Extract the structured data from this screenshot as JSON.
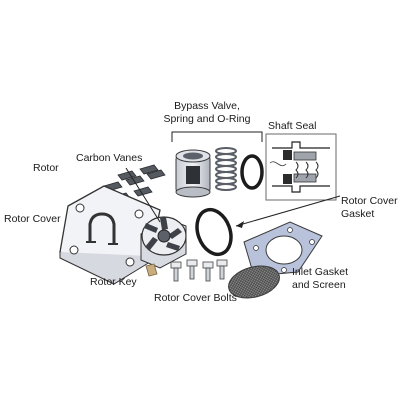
{
  "labels": {
    "bypass_valve_line1": "Bypass Valve,",
    "bypass_valve_line2": "Spring and O-Ring",
    "shaft_seal": "Shaft Seal",
    "carbon_vanes": "Carbon Vanes",
    "rotor": "Rotor",
    "rotor_cover": "Rotor Cover",
    "rotor_cover_gasket_line1": "Rotor Cover",
    "rotor_cover_gasket_line2": "Gasket",
    "inlet_gasket_line1": "Inlet Gasket",
    "inlet_gasket_line2": "and Screen",
    "rotor_key": "Rotor Key",
    "rotor_cover_bolts": "Rotor Cover Bolts"
  },
  "colors": {
    "part_fill": "#e8eaf0",
    "part_stroke": "#3a3a3a",
    "vane": "#555a60",
    "key": "#c9ad7f",
    "oring": "#1c1c1c",
    "gasket": "#b8c2da",
    "screen": "#6c6c6c"
  }
}
